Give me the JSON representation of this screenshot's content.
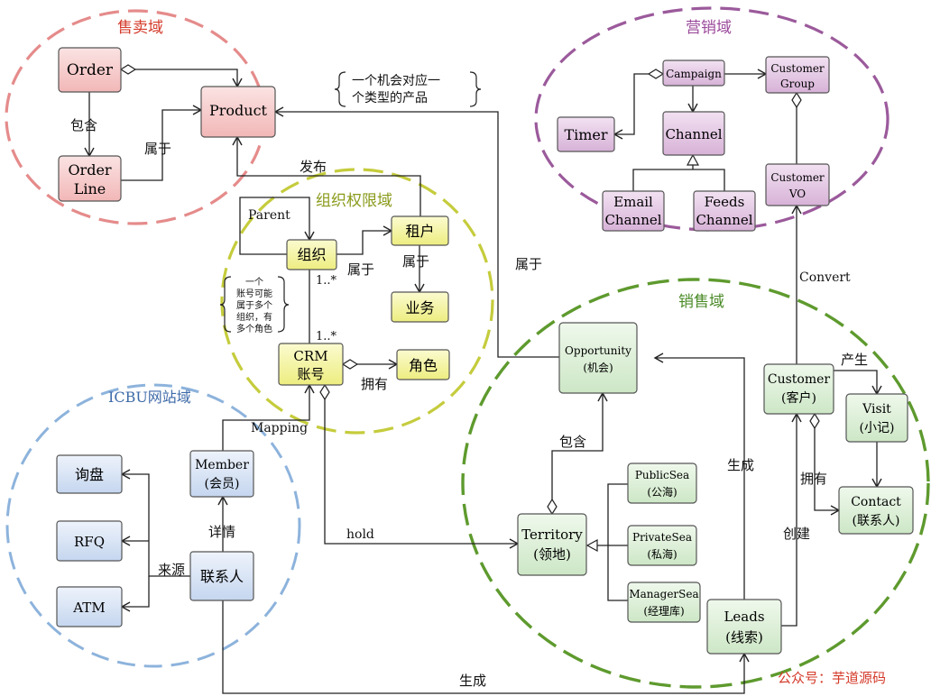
{
  "colors": {
    "sales_zone": "#e07c7c",
    "marketing_zone": "#9e5b9e",
    "org_zone": "#c3cc3b",
    "crm_zone": "#5f9a2f",
    "icbu_zone": "#8ab0da",
    "pink_fill": "#f7cccc",
    "purple_fill": "#e4c8e4",
    "yellow_fill": "#f6f6a8",
    "green_fill": "#dcefd8",
    "blue_fill": "#d6e2f4",
    "watermark": "#d43a2a"
  },
  "zones": {
    "sales": "售卖域",
    "marketing": "营销域",
    "org": "组织权限域",
    "crm": "销售域",
    "icbu": "ICBU网站域"
  },
  "nodes": {
    "order": "Order",
    "order_line_1": "Order",
    "order_line_2": "Line",
    "product": "Product",
    "campaign": "Campaign",
    "customer_group_1": "Customer",
    "customer_group_2": "Group",
    "timer": "Timer",
    "channel": "Channel",
    "customer_vo_1": "Customer",
    "customer_vo_2": "VO",
    "email_channel_1": "Email",
    "email_channel_2": "Channel",
    "feeds_channel_1": "Feeds",
    "feeds_channel_2": "Channel",
    "org_node": "组织",
    "tenant": "租户",
    "business": "业务",
    "crm_account_1": "CRM",
    "crm_account_2": "账号",
    "role": "角色",
    "opportunity_1": "Opportunity",
    "opportunity_2": "(机会)",
    "customer_1": "Customer",
    "customer_2": "(客户)",
    "visit_1": "Visit",
    "visit_2": "(小记)",
    "contact_1": "Contact",
    "contact_2": "(联系人)",
    "territory_1": "Territory",
    "territory_2": "(领地)",
    "public_sea_1": "PublicSea",
    "public_sea_2": "(公海)",
    "private_sea_1": "PrivateSea",
    "private_sea_2": "(私海)",
    "manager_sea_1": "ManagerSea",
    "manager_sea_2": "(经理库)",
    "leads_1": "Leads",
    "leads_2": "(线索)",
    "inquiry": "询盘",
    "rfq": "RFQ",
    "atm": "ATM",
    "member_1": "Member",
    "member_2": "(会员)",
    "liaison": "联系人"
  },
  "labels": {
    "contains_order": "包含",
    "belongs_orderline": "属于",
    "note_opportunity_1": "一个机会对应一",
    "note_opportunity_2": "个类型的产品",
    "publish": "发布",
    "parent": "Parent",
    "belongs_org_tenant": "属于",
    "belongs_tenant_business": "属于",
    "mult_org": "1..*",
    "mult_crm": "1..*",
    "note_account_1": "一个",
    "note_account_2": "账号可能",
    "note_account_3": "属于多个",
    "note_account_4": "组织，有",
    "note_account_5": "多个角色",
    "own_role": "拥有",
    "belongs_opportunity": "属于",
    "convert": "Convert",
    "produce": "产生",
    "own_contact": "拥有",
    "create": "创建",
    "generate_opp": "生成",
    "contains_territory": "包含",
    "hold": "hold",
    "mapping": "Mapping",
    "detail": "详情",
    "source": "来源",
    "generate_leads": "生成"
  },
  "watermark": "公众号：芋道源码"
}
